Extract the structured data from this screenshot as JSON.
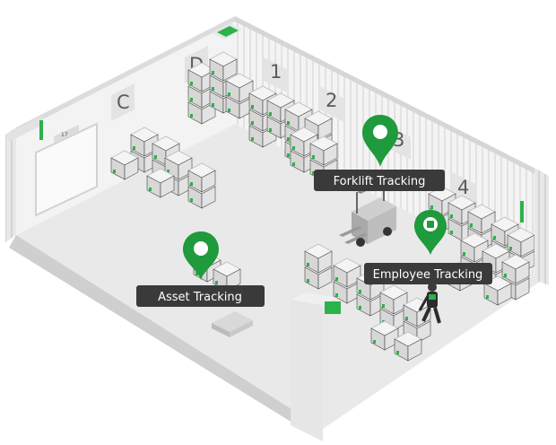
{
  "scene": {
    "zones": [
      "C",
      "D",
      "1",
      "2",
      "3",
      "4"
    ],
    "door_sign": "17",
    "labels": {
      "forklift": "Forklift Tracking",
      "employee": "Employee Tracking",
      "asset": "Asset Tracking"
    },
    "colors": {
      "pin": "#1f9a3c",
      "label_bg": "#3a3a3a",
      "accent": "#2bb24c",
      "floor": "#e9e9e9",
      "wall": "#f2f2f2"
    }
  }
}
